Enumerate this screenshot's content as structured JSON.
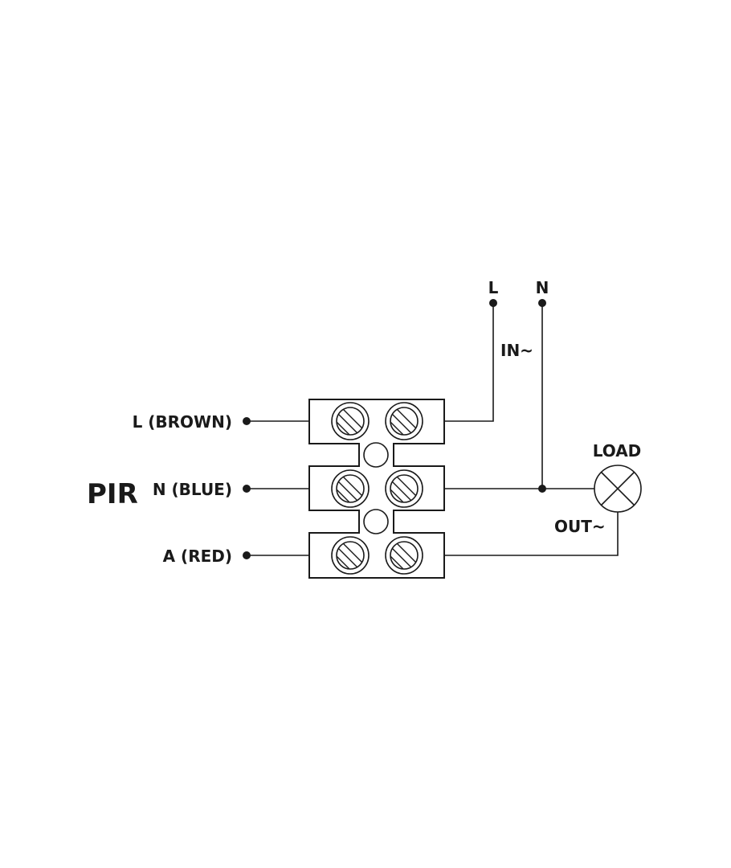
{
  "diagram": {
    "device_label": "PIR",
    "supply_label_L": "L",
    "supply_label_N": "N",
    "input_label": "IN~",
    "output_label": "OUT~",
    "load_label": "LOAD",
    "terminals": [
      {
        "label": "L (BROWN)"
      },
      {
        "label": "N (BLUE)"
      },
      {
        "label": "A (RED)"
      }
    ]
  },
  "colors": {
    "line": "#1a1a1a",
    "background": "#ffffff"
  }
}
